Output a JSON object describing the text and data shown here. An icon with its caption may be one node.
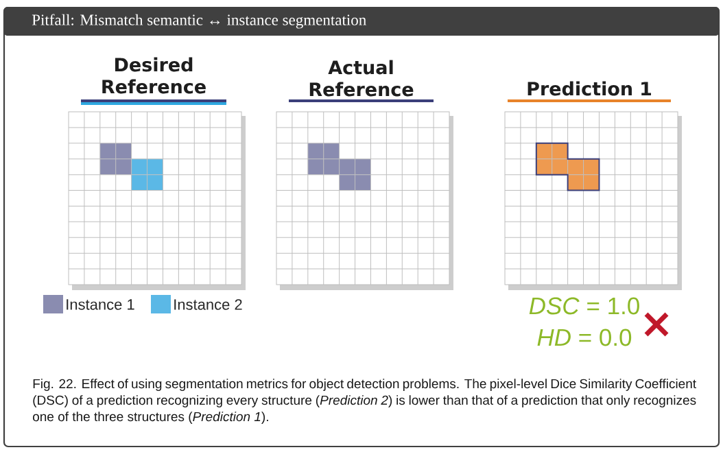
{
  "diagram": {
    "title": "Pitfall: Mismatch semantic ↔ instance segmentation",
    "nodes": [
      {
        "text": [
          "Desired Reference"
        ]
      },
      {
        "text": [
          "Actual Reference"
        ]
      },
      {
        "text": [
          "Prediction 1"
        ],
        "beside": [
          "*DSC* = 1.0",
          "*HD* = 0.0"
        ]
      }
    ],
    "legend": [
      {
        "text": "Instance 1",
        "color": "#8a8cb0"
      },
      {
        "text": "Instance 2",
        "color": "#5bb8e6"
      }
    ],
    "caption": "Fig. 22.  Effect of using segmentation metrics for object detection problems. The pixel-level Dice Similarity Coefficient (DSC) of a prediction recognizing every structure (*Prediction 2*) is lower than that of a prediction that only recognizes one of the three structures (*Prediction 1*)."
  }
}
